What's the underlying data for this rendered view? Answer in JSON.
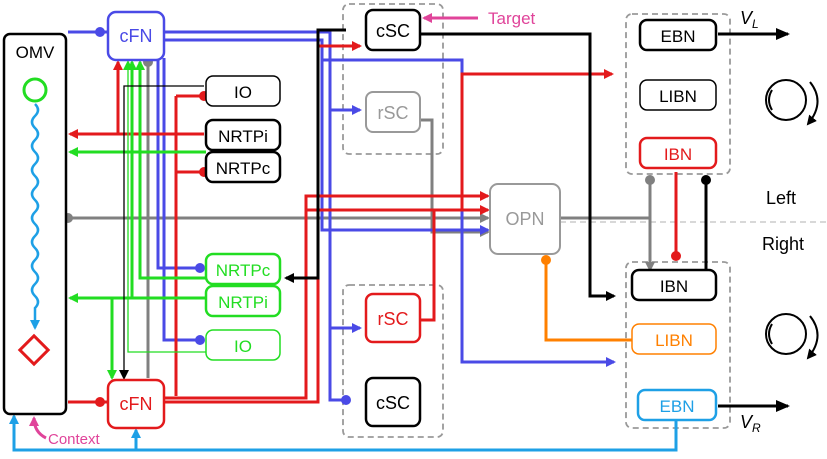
{
  "colors": {
    "blue": "#4a4ae6",
    "red": "#e31a1c",
    "green": "#22dd22",
    "gray": "#808080",
    "black": "#000000",
    "orange": "#ff8000",
    "cyan": "#1ea0e6",
    "magenta": "#e0449a"
  },
  "omv": {
    "label": "OMV"
  },
  "fn": {
    "top": "cFN",
    "bottom": "cFN"
  },
  "brainstem_left": {
    "io": "IO",
    "nrtpi": "NRTPi",
    "nrtpc": "NRTPc"
  },
  "brainstem_right": {
    "nrtpc": "NRTPc",
    "nrtpi": "NRTPi",
    "io": "IO"
  },
  "sc": {
    "left_csc": "cSC",
    "left_rsc": "rSC",
    "right_rsc": "rSC",
    "right_csc": "cSC"
  },
  "opn": "OPN",
  "left_nuclei": {
    "ebn": "EBN",
    "libn": "LIBN",
    "ibn": "IBN"
  },
  "right_nuclei": {
    "ibn": "IBN",
    "libn": "LIBN",
    "ebn": "EBN"
  },
  "labels": {
    "target": "Target",
    "context": "Context",
    "left": "Left",
    "right": "Right",
    "vl_main": "V",
    "vl_sub": "L",
    "vr_main": "V",
    "vr_sub": "R"
  }
}
